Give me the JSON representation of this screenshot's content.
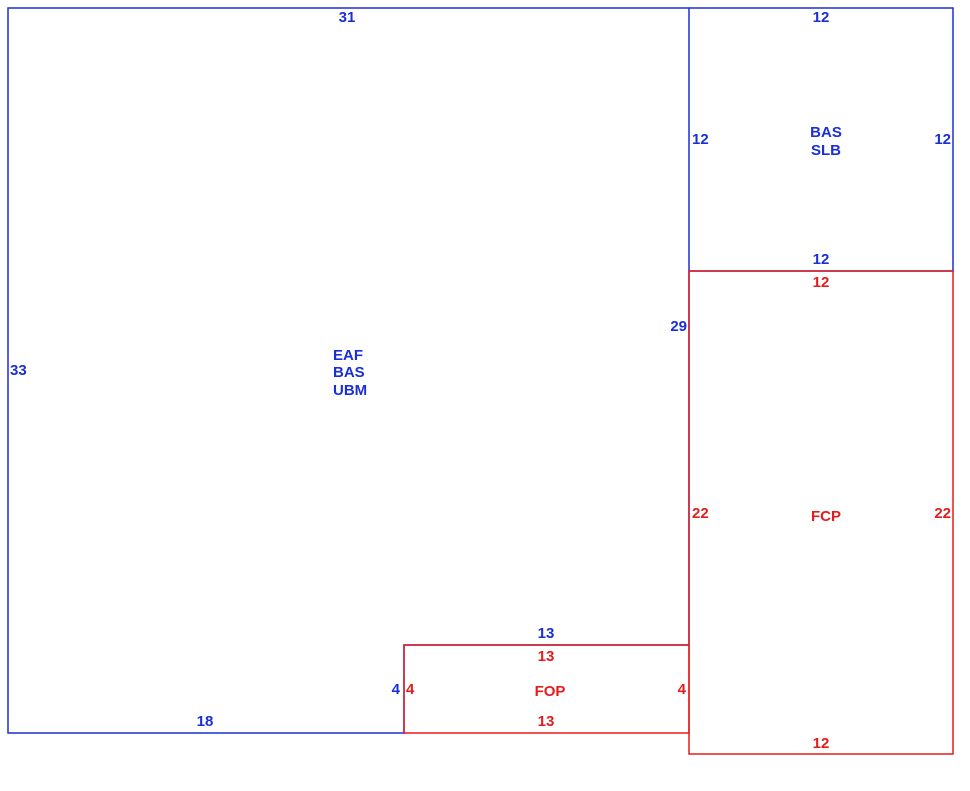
{
  "colors": {
    "existing": "#1a2fd6",
    "new": "#e41c1c",
    "background": "#ffffff"
  },
  "rooms": {
    "main": {
      "names": [
        "EAF",
        "BAS",
        "UBM"
      ],
      "dims": {
        "top": "31",
        "left": "33",
        "right": "29",
        "bottom_left": "18",
        "notch_top": "13",
        "notch_side": "4"
      }
    },
    "upper_right": {
      "names": [
        "BAS",
        "SLB"
      ],
      "dims": {
        "top": "12",
        "left": "12",
        "right": "12",
        "bottom": "12"
      }
    },
    "fcp": {
      "names": [
        "FCP"
      ],
      "dims": {
        "top": "12",
        "left": "22",
        "right": "22",
        "bottom": "12"
      }
    },
    "fop": {
      "names": [
        "FOP"
      ],
      "dims": {
        "top": "13",
        "left": "4",
        "right": "4",
        "bottom": "13"
      }
    }
  }
}
